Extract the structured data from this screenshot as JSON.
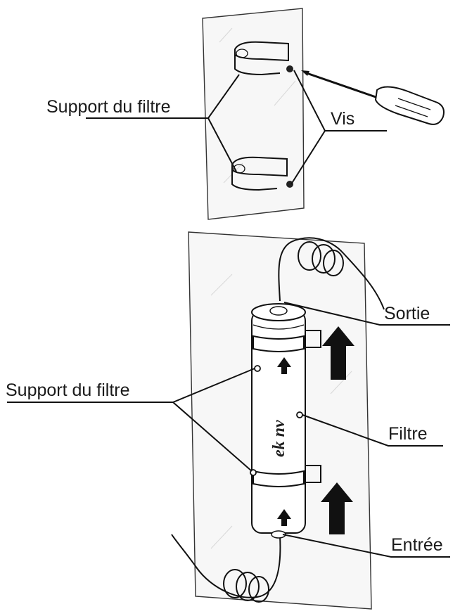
{
  "labels": {
    "top_support": "Support du filtre",
    "screw": "Vis",
    "bottom_support": "Support du filtre",
    "outlet": "Sortie",
    "filter": "Filtre",
    "inlet": "Entrée",
    "brand": "ek nv"
  },
  "icons": {
    "screwdriver": "screwdriver-icon",
    "flow_arrow": "arrow-up-icon"
  },
  "colors": {
    "ink": "#111111",
    "panel": "#f7f7f7"
  }
}
